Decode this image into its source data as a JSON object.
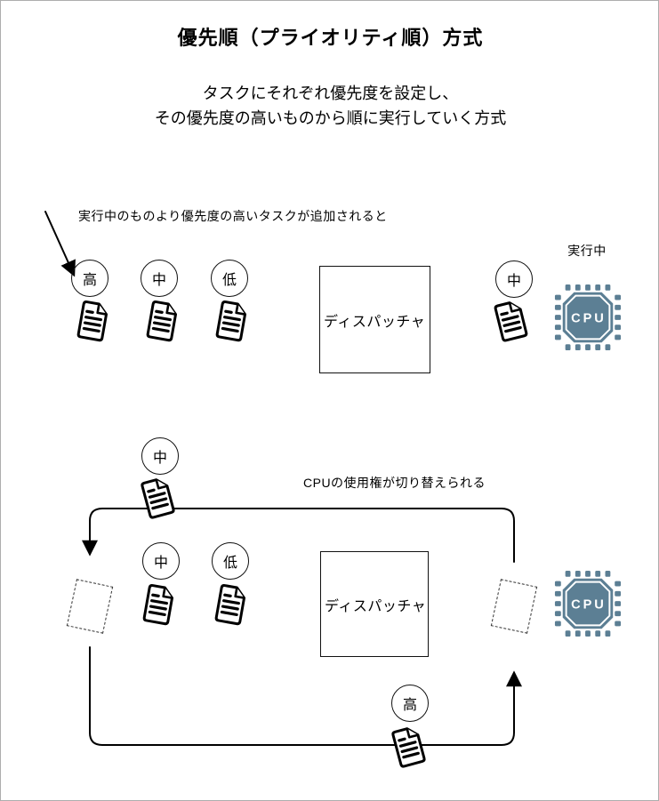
{
  "title": "優先順（プライオリティ順）方式",
  "subtitle": {
    "line1": "タスクにそれぞれ優先度を設定し、",
    "line2": "その優先度の高いものから順に実行していく方式"
  },
  "colors": {
    "cpu": "#5c7f94",
    "line": "#000000"
  },
  "scene1": {
    "annotation": "実行中のものより優先度の高いタスクが追加されると",
    "queue_tasks": [
      {
        "priority": "高"
      },
      {
        "priority": "中"
      },
      {
        "priority": "低"
      }
    ],
    "dispatcher_label": "ディスパッチャ",
    "running_status": "実行中",
    "running_task": {
      "priority": "中"
    },
    "cpu_text": "CPU"
  },
  "scene2": {
    "annotation": "CPUの使用権が切り替えられる",
    "leaving_task": {
      "priority": "中"
    },
    "queue_tasks": [
      {
        "priority": "中"
      },
      {
        "priority": "低"
      }
    ],
    "dispatcher_label": "ディスパッチャ",
    "entering_task": {
      "priority": "高"
    },
    "cpu_text": "CPU"
  }
}
